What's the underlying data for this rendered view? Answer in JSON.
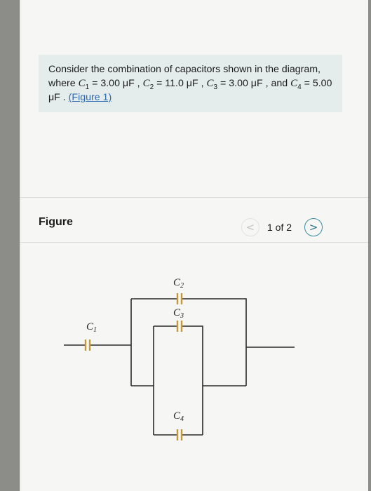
{
  "problem": {
    "intro": "Consider the combination of capacitors shown in the diagram, where ",
    "c1_sym": "C",
    "c1_sub": "1",
    "c1_val": " = 3.00 μF , ",
    "c2_sym": "C",
    "c2_sub": "2",
    "c2_val": " = 11.0 μF , ",
    "c3_sym": "C",
    "c3_sub": "3",
    "c3_val": " = 3.00 μF , and ",
    "c4_sym": "C",
    "c4_sub": "4",
    "c4_val": " = 5.00 μF . ",
    "figure_link": "(Figure 1)"
  },
  "figure": {
    "title": "Figure",
    "prev_label": "<",
    "next_label": ">",
    "page_count": "1 of 2"
  },
  "circuit": {
    "labels": [
      {
        "sym": "C",
        "sub": "1"
      },
      {
        "sym": "C",
        "sub": "2"
      },
      {
        "sym": "C",
        "sub": "3"
      },
      {
        "sym": "C",
        "sub": "4"
      }
    ],
    "colors": {
      "wire": "#2a2a2a",
      "plate": "#c29a3c"
    }
  }
}
